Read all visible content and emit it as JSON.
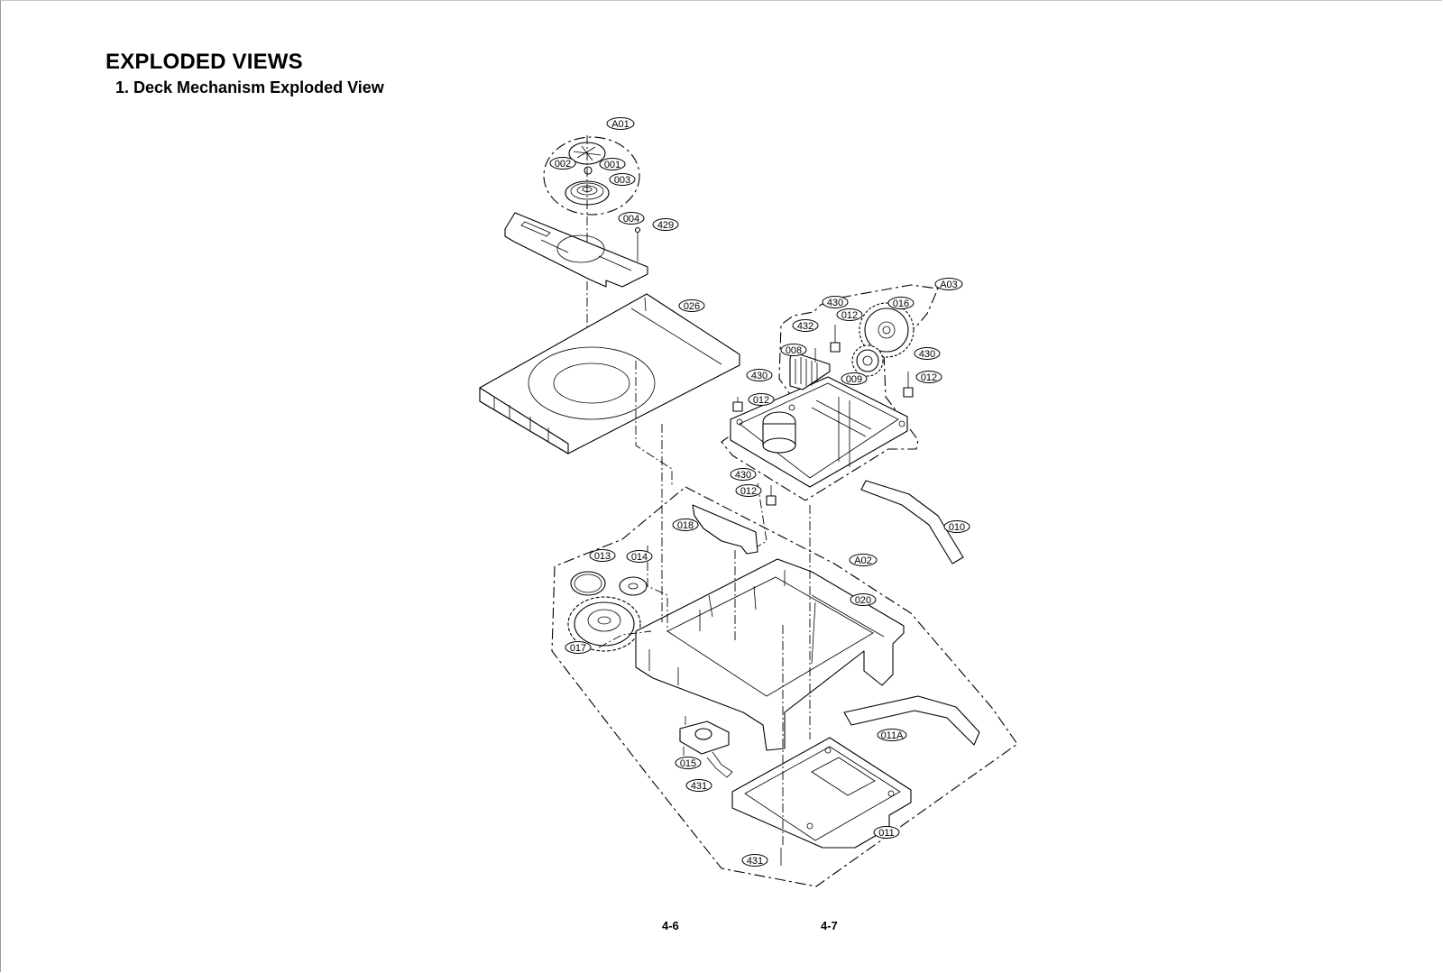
{
  "header": {
    "title": "EXPLODED VIEWS",
    "subtitle": "1. Deck Mechanism Exploded View"
  },
  "footer": {
    "left_page": "4-6",
    "right_page": "4-7"
  },
  "callouts": {
    "A01": "A01",
    "c001": "001",
    "c002": "002",
    "c003": "003",
    "c004": "004",
    "c429": "429",
    "c026": "026",
    "A03": "A03",
    "c430a": "430",
    "c012a": "012",
    "c016": "016",
    "c432": "432",
    "c008": "008",
    "c009": "009",
    "c430b": "430",
    "c012b": "012",
    "c430c": "430",
    "c012c": "012",
    "c430d": "430",
    "c012d": "012",
    "c010": "010",
    "c018": "018",
    "c013": "013",
    "c014": "014",
    "A02": "A02",
    "c020": "020",
    "c017": "017",
    "c011A": "011A",
    "c015": "015",
    "c431a": "431",
    "c011": "011",
    "c431b": "431"
  }
}
